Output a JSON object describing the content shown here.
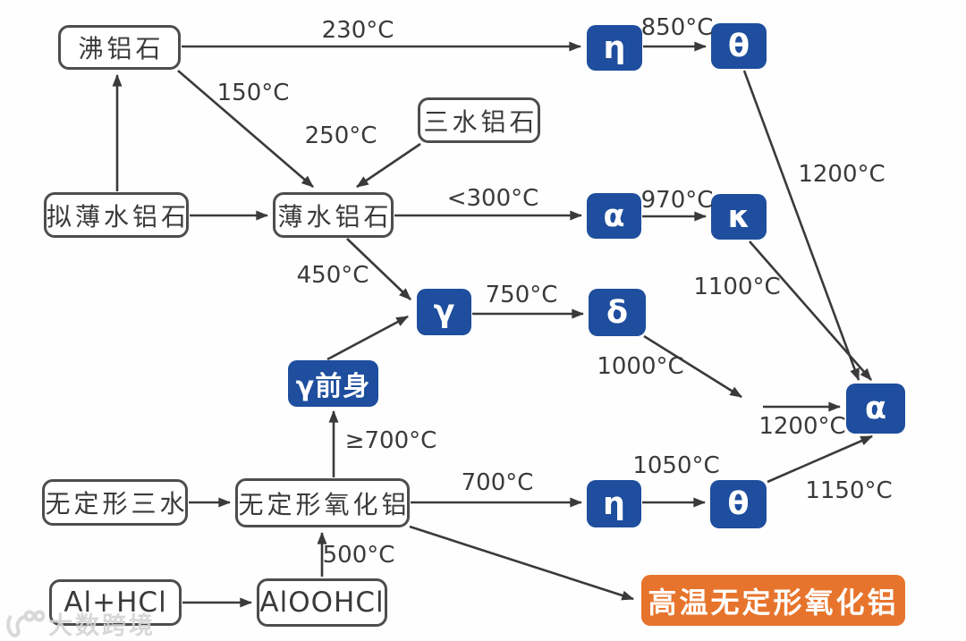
{
  "palette": {
    "phase_box_blue": "#1e4e9d",
    "terminal_box_orange": "#e7742c",
    "line_and_text_gray": "#3a3a3a",
    "box_border_gray": "#4d4d4d",
    "background": "#fefefe",
    "watermark_gray": "#d4d4d4"
  },
  "nodes": {
    "feilvshi": "沸铝石",
    "sanshuilvshi": "三水铝石",
    "niboshuilvshi": "拟薄水铝石",
    "boshuilvshi": "薄水铝石",
    "eta_top": "η",
    "theta_top": "θ",
    "alpha_mid": "α",
    "kappa": "κ",
    "gamma": "γ",
    "delta": "δ",
    "gamma_precursor": "γ前身",
    "alpha_final": "α",
    "amorphous_trihydrate": "无定形三水",
    "amorphous_alumina": "无定形氧化铝",
    "eta_bottom": "η",
    "theta_bottom": "θ",
    "al_hcl": "Al+HCl",
    "aloohcl": "AlOOHCl",
    "high_temp_amorphous_alumina": "高温无定形氧化铝"
  },
  "temps": {
    "t230": "230°C",
    "t150": "150°C",
    "t250": "250°C",
    "t850": "850°C",
    "t1200_top": "1200°C",
    "t300": "<300°C",
    "t970": "970°C",
    "t1100": "1100°C",
    "t450": "450°C",
    "t750": "750°C",
    "t1000": "1000°C",
    "t1200_mid": "1200°C",
    "t700_ge": "≥700°C",
    "t700": "700°C",
    "t1050": "1050°C",
    "t1150": "1150°C",
    "t500": "500°C"
  },
  "edges": [
    {
      "from": "沸铝石",
      "to": "η",
      "label": "230°C"
    },
    {
      "from": "沸铝石",
      "to": "薄水铝石",
      "label": "150°C"
    },
    {
      "from": "三水铝石",
      "to": "薄水铝石",
      "label": "250°C"
    },
    {
      "from": "拟薄水铝石",
      "to": "沸铝石",
      "label": ""
    },
    {
      "from": "拟薄水铝石",
      "to": "薄水铝石",
      "label": ""
    },
    {
      "from": "薄水铝石",
      "to": "α",
      "label": "<300°C"
    },
    {
      "from": "η",
      "to": "θ",
      "label": "850°C"
    },
    {
      "from": "α",
      "to": "κ",
      "label": "970°C"
    },
    {
      "from": "θ",
      "to": "α",
      "label": "1200°C"
    },
    {
      "from": "κ",
      "to": "α",
      "label": "1100°C"
    },
    {
      "from": "薄水铝石",
      "to": "γ",
      "label": "450°C"
    },
    {
      "from": "γ前身",
      "to": "γ",
      "label": ""
    },
    {
      "from": "γ",
      "to": "δ",
      "label": "750°C"
    },
    {
      "from": "δ",
      "to": "中间点",
      "label": "1000°C"
    },
    {
      "from": "中间点",
      "to": "α",
      "label": "1200°C"
    },
    {
      "from": "无定形氧化铝",
      "to": "γ前身",
      "label": "≥700°C"
    },
    {
      "from": "无定形三水",
      "to": "无定形氧化铝",
      "label": ""
    },
    {
      "from": "无定形氧化铝",
      "to": "η",
      "label": "700°C"
    },
    {
      "from": "η",
      "to": "θ",
      "label": "1050°C"
    },
    {
      "from": "θ",
      "to": "α",
      "label": "1150°C"
    },
    {
      "from": "无定形氧化铝",
      "to": "高温无定形氧化铝",
      "label": ""
    },
    {
      "from": "AlOOHCl",
      "to": "无定形氧化铝",
      "label": "500°C"
    },
    {
      "from": "Al+HCl",
      "to": "AlOOHCl",
      "label": ""
    }
  ],
  "watermark": {
    "text": "大数跨境"
  }
}
